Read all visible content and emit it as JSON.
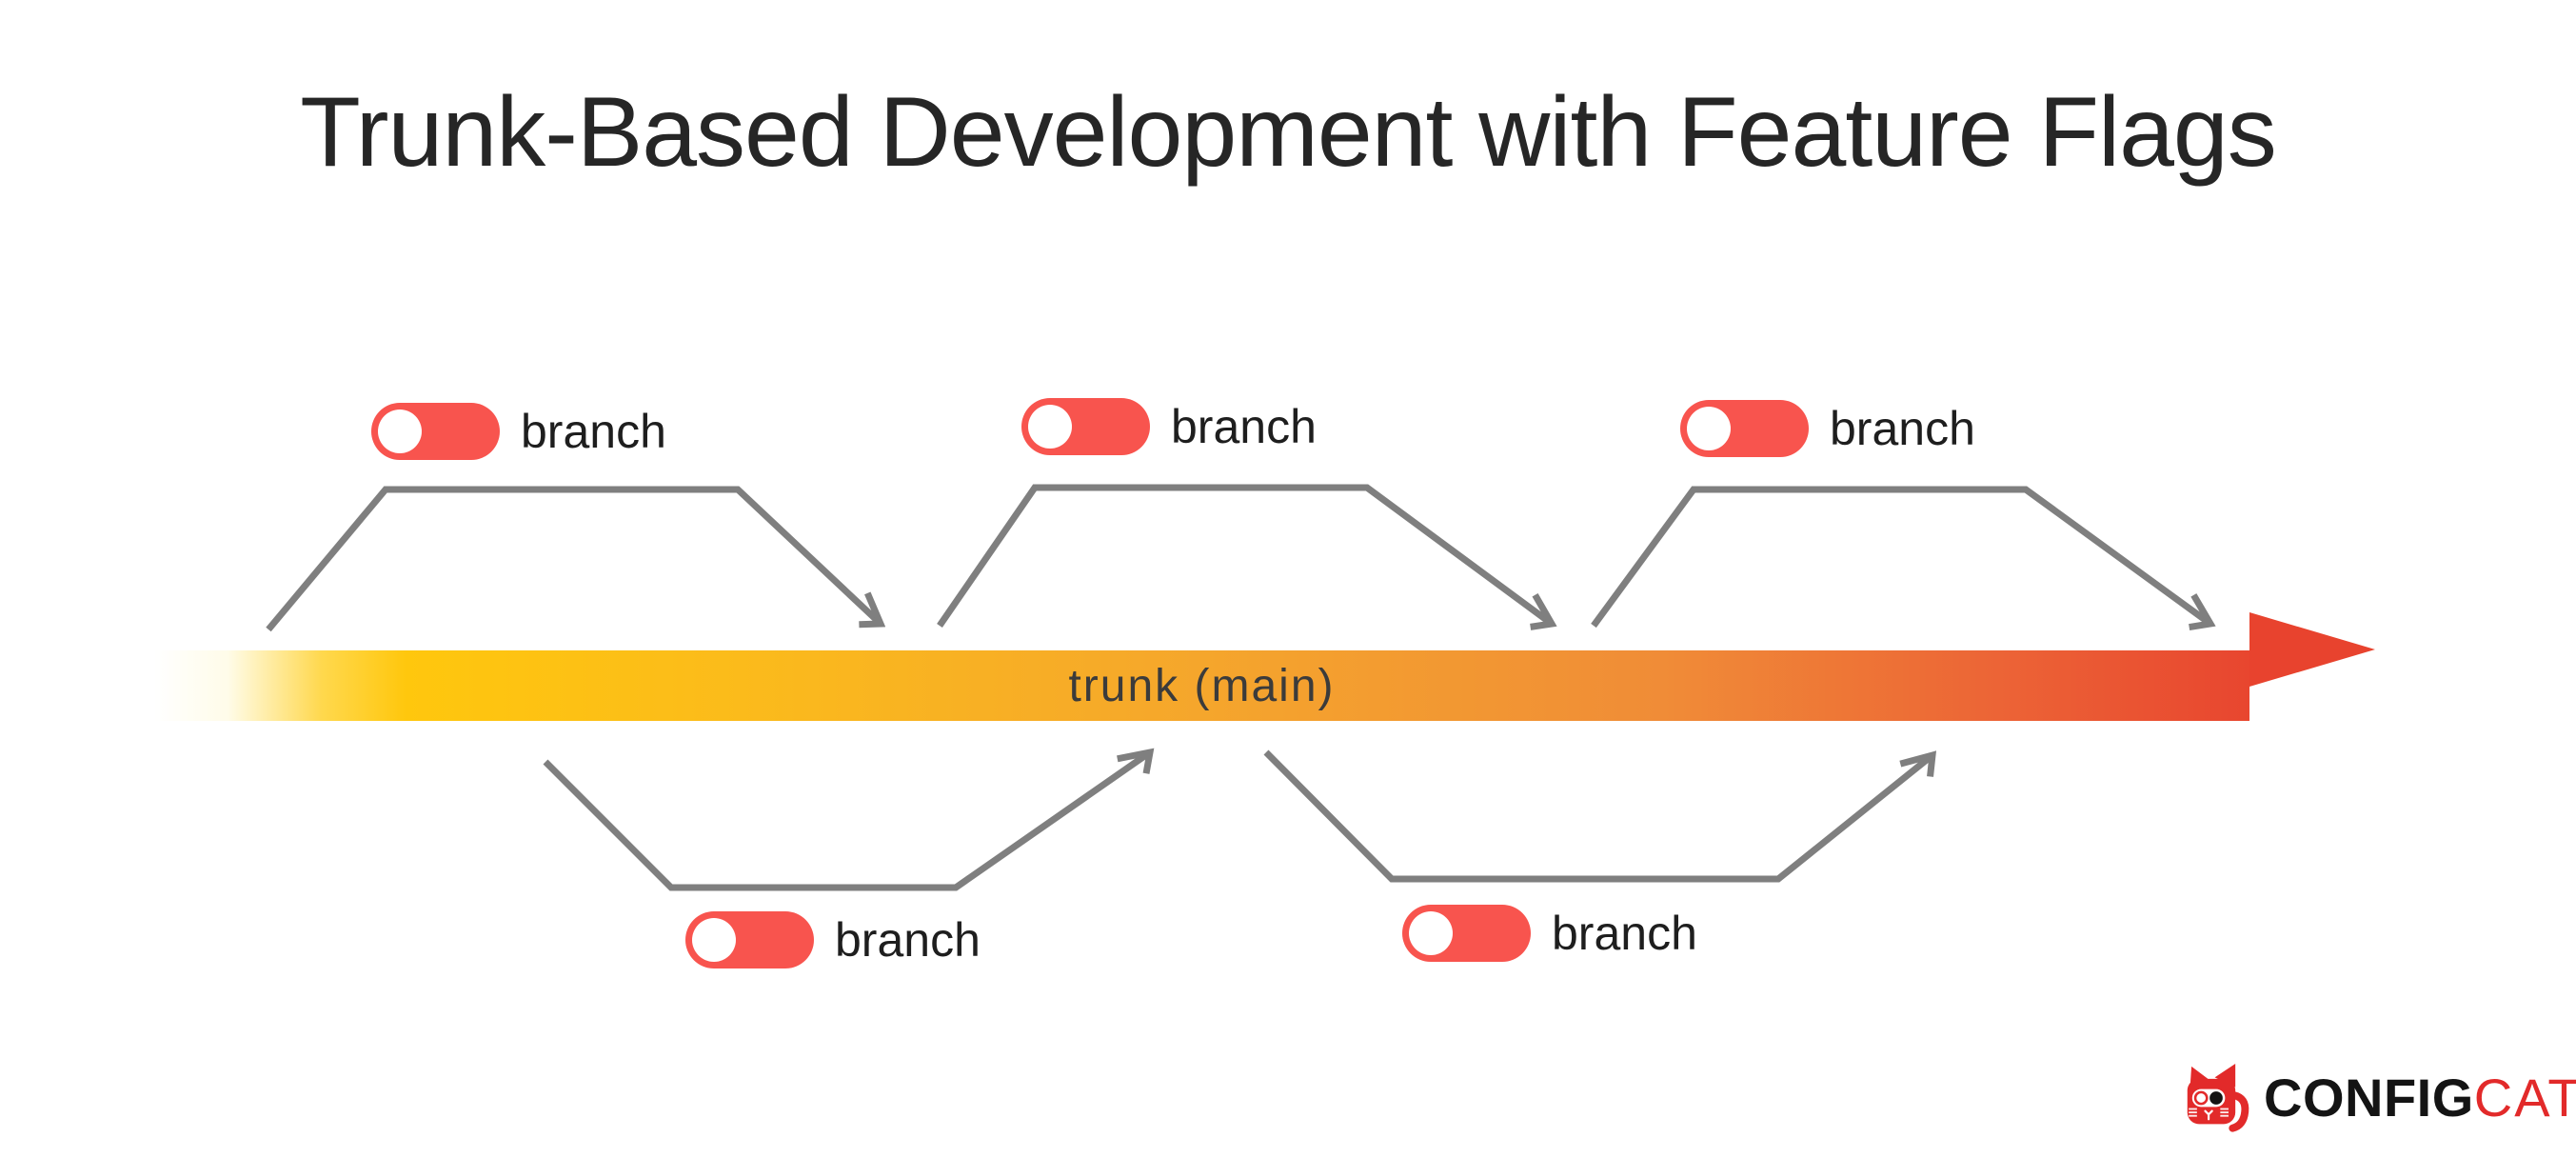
{
  "title": "Trunk-Based Development with Feature Flags",
  "trunk": {
    "label": "trunk (main)"
  },
  "branches": {
    "top": [
      {
        "label": "branch",
        "toggle_state": "on"
      },
      {
        "label": "branch",
        "toggle_state": "on"
      },
      {
        "label": "branch",
        "toggle_state": "on"
      }
    ],
    "bottom": [
      {
        "label": "branch",
        "toggle_state": "on"
      },
      {
        "label": "branch",
        "toggle_state": "on"
      }
    ]
  },
  "logo": {
    "config": "CONFIG",
    "cat": "CAT"
  },
  "colors": {
    "toggle_red": "#f8544e",
    "branch_line_gray": "#7f7f7f",
    "trunk_gradient_start": "#ffffff",
    "trunk_gradient_yellow": "#ffc70d",
    "trunk_gradient_orange": "#f5a62c",
    "trunk_gradient_end": "#e8432e",
    "title_text": "#262626",
    "logo_black": "#141414",
    "logo_red": "#e22a2a"
  }
}
